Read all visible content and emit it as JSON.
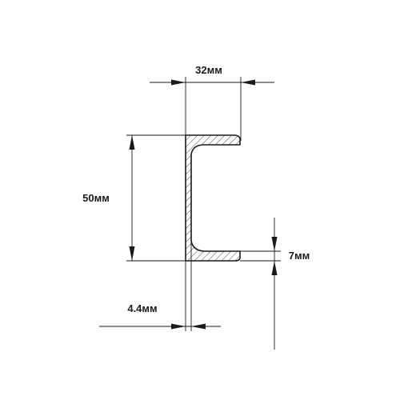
{
  "dimensions": {
    "width": "32мм",
    "height": "50мм",
    "flange": "7мм",
    "thickness": "4.4мм"
  },
  "colors": {
    "line": "#1a1a1a",
    "background": "#ffffff"
  }
}
